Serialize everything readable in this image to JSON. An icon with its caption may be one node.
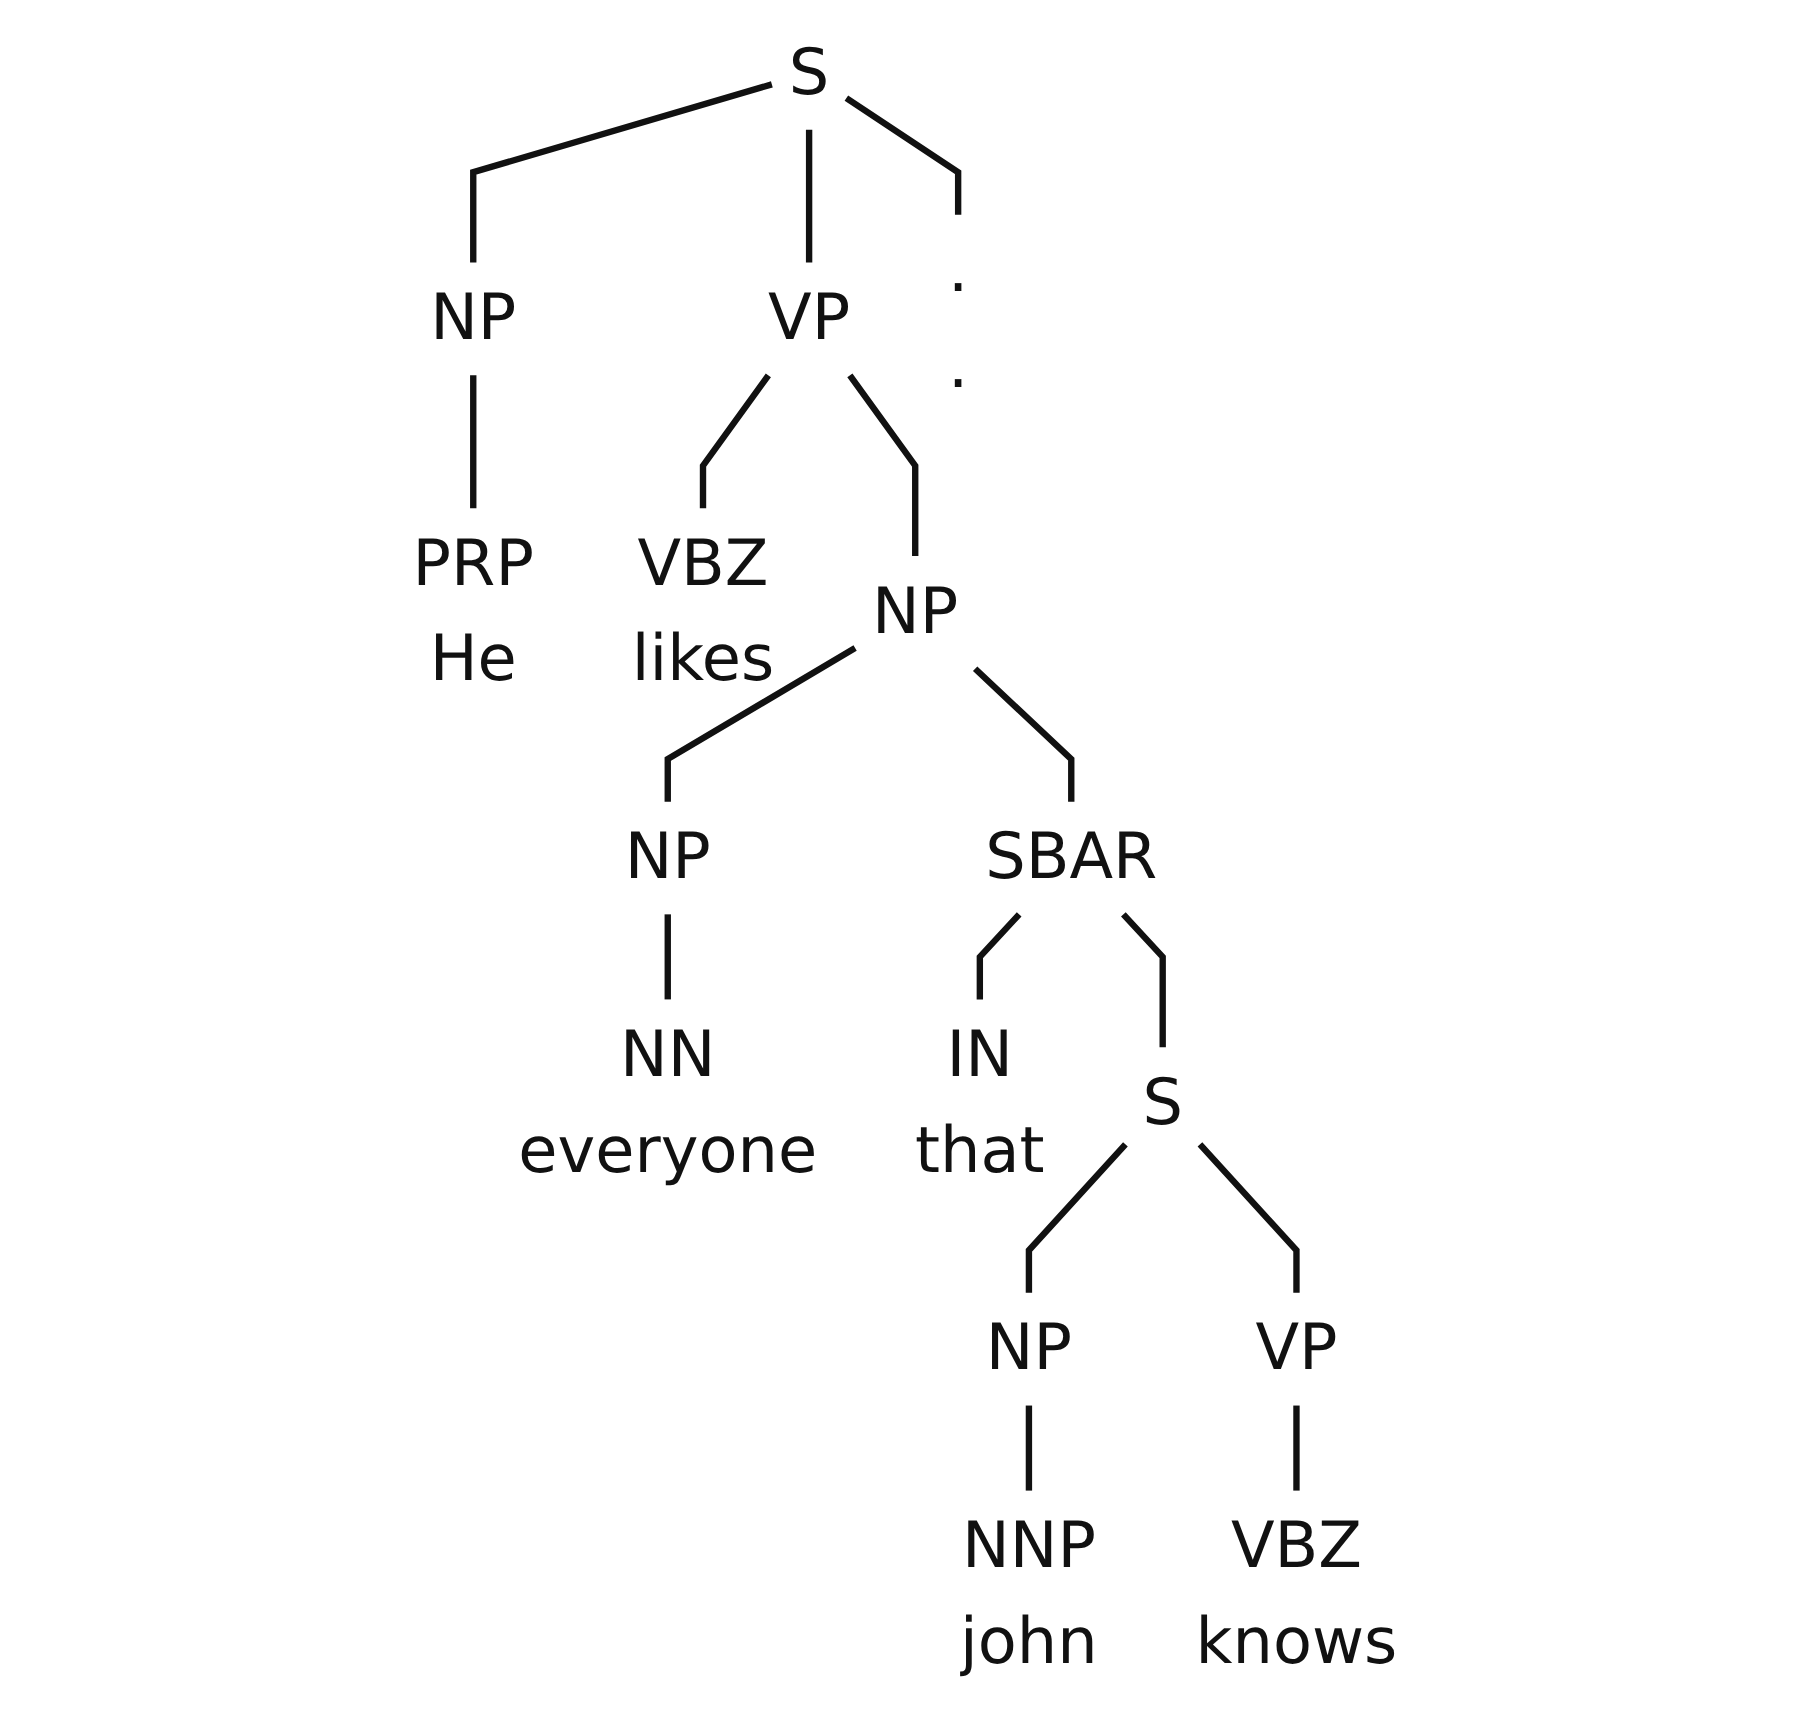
{
  "diagram": {
    "nodes": [
      {
        "text": [
          "S"
        ]
      },
      {
        "text": [
          "NP"
        ]
      },
      {
        "text": [
          "PRP",
          "He"
        ]
      },
      {
        "text": [
          "VP"
        ]
      },
      {
        "text": [
          "VBZ",
          "likes"
        ]
      },
      {
        "text": [
          "NP"
        ]
      },
      {
        "text": [
          "NP"
        ]
      },
      {
        "text": [
          "NN",
          "everyone"
        ]
      },
      {
        "text": [
          "SBAR"
        ]
      },
      {
        "text": [
          "IN",
          "that"
        ]
      },
      {
        "text": [
          "S"
        ]
      },
      {
        "text": [
          "NP"
        ]
      },
      {
        "text": [
          "NNP",
          "john"
        ]
      },
      {
        "text": [
          "VP"
        ]
      },
      {
        "text": [
          "VBZ",
          "knows"
        ]
      },
      {
        "text": [
          ".",
          "."
        ]
      }
    ],
    "edges": [
      {
        "from": 0,
        "to": 1,
        "arrow": "none"
      },
      {
        "from": 0,
        "to": 3,
        "arrow": "none"
      },
      {
        "from": 0,
        "to": 15,
        "arrow": "none"
      },
      {
        "from": 1,
        "to": 2,
        "arrow": "none"
      },
      {
        "from": 3,
        "to": 4,
        "arrow": "none"
      },
      {
        "from": 3,
        "to": 5,
        "arrow": "none"
      },
      {
        "from": 5,
        "to": 6,
        "arrow": "none"
      },
      {
        "from": 5,
        "to": 8,
        "arrow": "none"
      },
      {
        "from": 6,
        "to": 7,
        "arrow": "none"
      },
      {
        "from": 8,
        "to": 9,
        "arrow": "none"
      },
      {
        "from": 8,
        "to": 10,
        "arrow": "none"
      },
      {
        "from": 10,
        "to": 11,
        "arrow": "none"
      },
      {
        "from": 10,
        "to": 13,
        "arrow": "none"
      },
      {
        "from": 11,
        "to": 12,
        "arrow": "none"
      },
      {
        "from": 13,
        "to": 14,
        "arrow": "none"
      }
    ]
  }
}
